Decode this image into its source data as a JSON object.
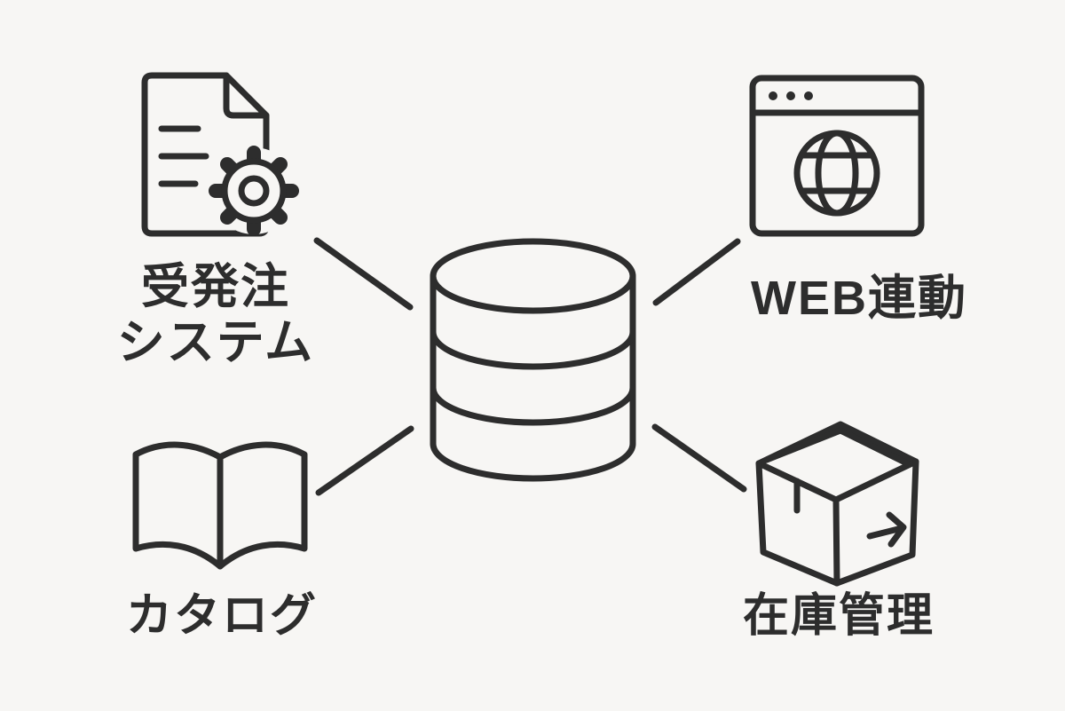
{
  "diagram": {
    "title": "",
    "center": {
      "id": "database",
      "icon": "database-icon"
    },
    "nodes": [
      {
        "id": "order-system",
        "icon": "document-gear-icon",
        "label_lines": [
          "受発注",
          "システム"
        ],
        "position": "top-left"
      },
      {
        "id": "web-link",
        "icon": "browser-globe-icon",
        "label_lines": [
          "WEB連動"
        ],
        "position": "top-right"
      },
      {
        "id": "catalog",
        "icon": "open-book-icon",
        "label_lines": [
          "カタログ"
        ],
        "position": "bottom-left"
      },
      {
        "id": "inventory",
        "icon": "package-box-icon",
        "label_lines": [
          "在庫管理"
        ],
        "position": "bottom-right"
      }
    ],
    "edges": [
      {
        "from": "database",
        "to": "order-system"
      },
      {
        "from": "database",
        "to": "web-link"
      },
      {
        "from": "database",
        "to": "catalog"
      },
      {
        "from": "database",
        "to": "inventory"
      }
    ]
  },
  "colors": {
    "background": "#f7f6f4",
    "ink": "#2d2d2d"
  }
}
